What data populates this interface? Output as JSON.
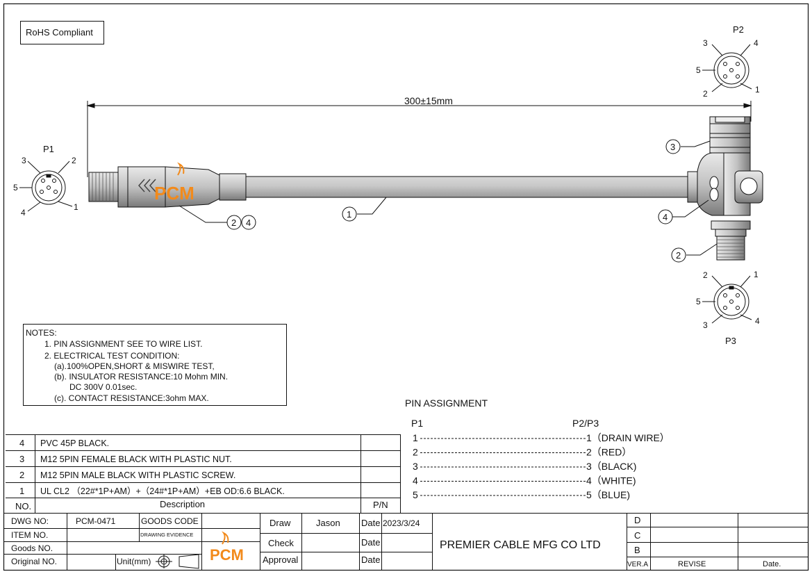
{
  "rohs": "RoHS Compliant",
  "dimension": "300±15mm",
  "p1": {
    "label": "P1",
    "pins": [
      "1",
      "2",
      "3",
      "4",
      "5"
    ]
  },
  "p2": {
    "label": "P2",
    "pins": [
      "1",
      "2",
      "3",
      "4",
      "5"
    ]
  },
  "p3": {
    "label": "P3",
    "pins": [
      "1",
      "2",
      "3",
      "4",
      "5"
    ]
  },
  "balloons": {
    "cable": "1",
    "molding": "2",
    "nut": "3",
    "pvc": "4"
  },
  "logo": "PCM",
  "notes": {
    "title": "NOTES:",
    "lines": [
      "1. PIN ASSIGNMENT SEE TO WIRE LIST.",
      "2. ELECTRICAL TEST CONDITION:",
      "(a).100%OPEN,SHORT & MISWIRE TEST,",
      "(b). INSULATOR RESISTANCE:10 Mohm MIN.",
      "DC 300V 0.01sec.",
      "(c). CONTACT RESISTANCE:3ohm MAX."
    ]
  },
  "pin_assignment": {
    "title": "PIN  ASSIGNMENT",
    "col_left": "P1",
    "col_right": "P2/P3",
    "rows": [
      {
        "from": "1",
        "to": "1",
        "desc": "（DRAIN WIRE）"
      },
      {
        "from": "2",
        "to": "2",
        "desc": "（RED）"
      },
      {
        "from": "3",
        "to": "3",
        "desc": "（BLACK)"
      },
      {
        "from": "4",
        "to": "4",
        "desc": "（WHITE)"
      },
      {
        "from": "5",
        "to": "5",
        "desc": "（BLUE)"
      }
    ]
  },
  "bom": {
    "rows": [
      {
        "no": "4",
        "desc": "PVC 45P BLACK.",
        "pn": ""
      },
      {
        "no": "3",
        "desc": "M12 5PIN FEMALE  BLACK WITH PLASTIC NUT.",
        "pn": ""
      },
      {
        "no": "2",
        "desc": "M12 5PIN MALE  BLACK WITH PLASTIC SCREW.",
        "pn": ""
      },
      {
        "no": "1",
        "desc": "UL CL2 （22#*1P+AM）+（24#*1P+AM）+EB  OD:6.6  BLACK.",
        "pn": ""
      }
    ],
    "header": {
      "no": "NO.",
      "desc": "Description",
      "pn": "P/N"
    }
  },
  "title_block": {
    "dwg_no_label": "DWG NO:",
    "dwg_no": "PCM-0471",
    "goods_code_label": "GOODS CODE",
    "item_no_label": "ITEM NO.",
    "drawing_evidence": "DRAWING EVIDENCE",
    "goods_no_label": "Goods NO.",
    "original_no_label": "Original NO.",
    "unit_label": "Unit(mm)",
    "draw_label": "Draw",
    "draw_name": "Jason",
    "check_label": "Check",
    "approval_label": "Approval",
    "date_label": "Date",
    "date_value": "2023/3/24",
    "company": "PREMIER CABLE MFG CO LTD",
    "rev_letters": [
      "D",
      "C",
      "B"
    ],
    "ver_label": "VER.A",
    "revise_label": "REVISE",
    "date_col_label": "Date."
  },
  "colors": {
    "line": "#111111",
    "connector_body": "#d9d9d9",
    "connector_dark": "#8a8a8a",
    "logo_orange": "#f28a1b",
    "logo_dark": "#555555"
  }
}
